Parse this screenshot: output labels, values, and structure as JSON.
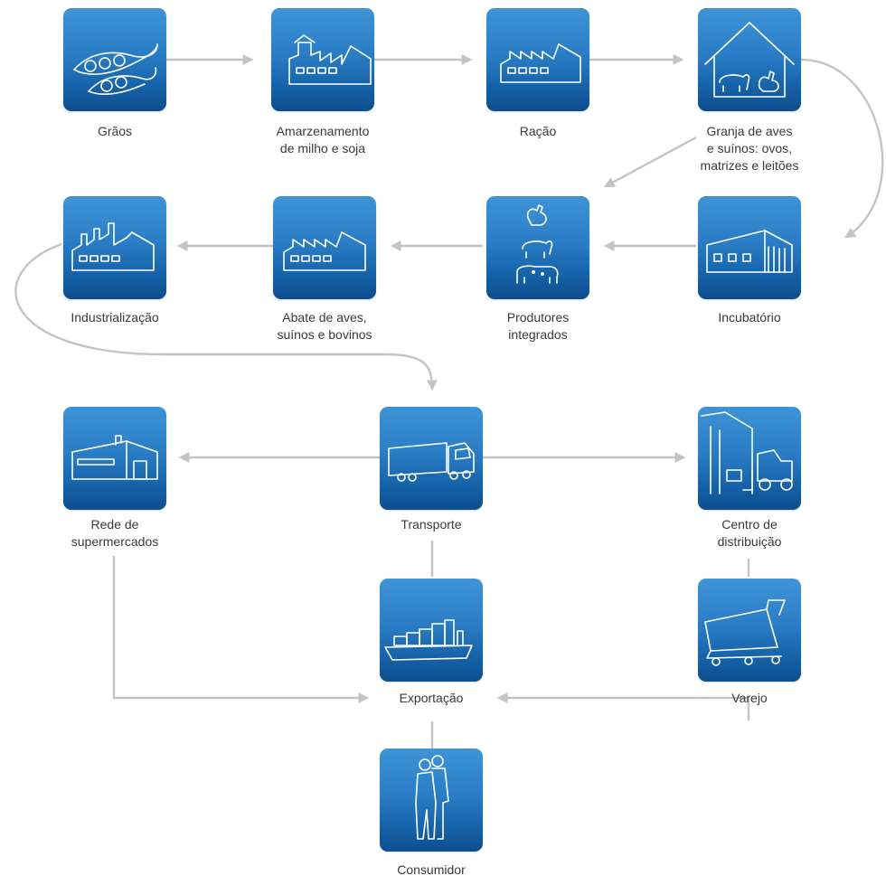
{
  "colors": {
    "tile_top": "#3f94d7",
    "tile_bottom": "#0d4e8e",
    "connector": "#c4c4c4",
    "label": "#3a3a3a"
  },
  "nodes": {
    "graos": {
      "label": "Grãos",
      "icon": "beans-icon"
    },
    "armazenamento": {
      "label": "Amarzenamento\nde milho e soja",
      "icon": "silo-factory-icon"
    },
    "racao": {
      "label": "Ração",
      "icon": "feed-factory-icon"
    },
    "granja": {
      "label": "Granja de aves\ne suínos: ovos,\nmatrizes e leitões",
      "icon": "farm-barn-icon"
    },
    "industrializacao": {
      "label": "Industrialização",
      "icon": "industry-icon"
    },
    "abate": {
      "label": "Abate de aves,\nsuínos e bovinos",
      "icon": "slaughterhouse-icon"
    },
    "produtores": {
      "label": "Produtores\nintegrados",
      "icon": "livestock-icon"
    },
    "incubatorio": {
      "label": "Incubatório",
      "icon": "hatchery-building-icon"
    },
    "supermercados": {
      "label": "Rede de\nsupermercados",
      "icon": "supermarket-icon"
    },
    "transporte": {
      "label": "Transporte",
      "icon": "truck-icon"
    },
    "centro": {
      "label": "Centro de\ndistribuição",
      "icon": "forklift-warehouse-icon"
    },
    "exportacao": {
      "label": "Exportação",
      "icon": "cargo-ship-icon"
    },
    "varejo": {
      "label": "Varejo",
      "icon": "shopping-cart-icon"
    },
    "consumidor": {
      "label": "Consumidor",
      "icon": "people-icon"
    }
  }
}
